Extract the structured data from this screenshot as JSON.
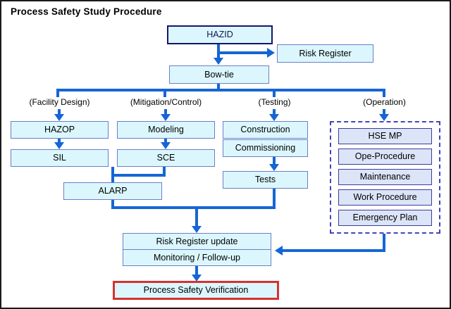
{
  "title": "Process Safety Study Procedure",
  "colors": {
    "connector_blue": "#1566d4",
    "box_fill_cyan": "#dbf7fd",
    "box_fill_lavender": "#dce4f8",
    "hazid_border": "#15156b",
    "verification_border": "#d93030",
    "dashed_group_border": "#4343bb"
  },
  "nodes": {
    "hazid": {
      "label": "HAZID"
    },
    "risk_register": {
      "label": "Risk Register"
    },
    "bow_tie": {
      "label": "Bow-tie"
    },
    "hazop": {
      "label": "HAZOP"
    },
    "modeling": {
      "label": "Modeling"
    },
    "construction": {
      "label": "Construction"
    },
    "sil": {
      "label": "SIL"
    },
    "sce": {
      "label": "SCE"
    },
    "commissioning": {
      "label": "Commissioning"
    },
    "tests": {
      "label": "Tests"
    },
    "alarp": {
      "label": "ALARP"
    },
    "hse_mp": {
      "label": "HSE MP"
    },
    "ope_procedure": {
      "label": "Ope-Procedure"
    },
    "maintenance": {
      "label": "Maintenance"
    },
    "work_procedure": {
      "label": "Work Procedure"
    },
    "emergency_plan": {
      "label": "Emergency Plan"
    },
    "risk_register_update": {
      "label": "Risk Register update"
    },
    "monitoring_follow_up": {
      "label": "Monitoring / Follow-up"
    },
    "process_safety_verification": {
      "label": "Process Safety Verification"
    }
  },
  "branch_labels": {
    "facility_design": "(Facility Design)",
    "mitigation_control": "(Mitigation/Control)",
    "testing": "(Testing)",
    "operation": "(Operation)"
  }
}
